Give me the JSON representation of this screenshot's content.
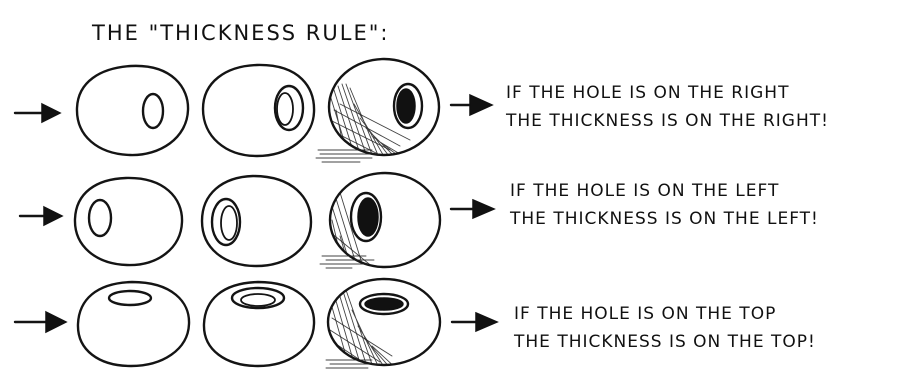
{
  "title": "The \"Thickness Rule\":",
  "rows": [
    {
      "caption_line1": "If the hole is on the right",
      "caption_line2": "the thickness is on the right!"
    },
    {
      "caption_line1": "If the hole is on the left",
      "caption_line2": "the thickness is on the left!"
    },
    {
      "caption_line1": "If the hole is on the top",
      "caption_line2": "the thickness is on the top!"
    }
  ],
  "colors": {
    "ink": "#111111",
    "paper": "#ffffff"
  }
}
